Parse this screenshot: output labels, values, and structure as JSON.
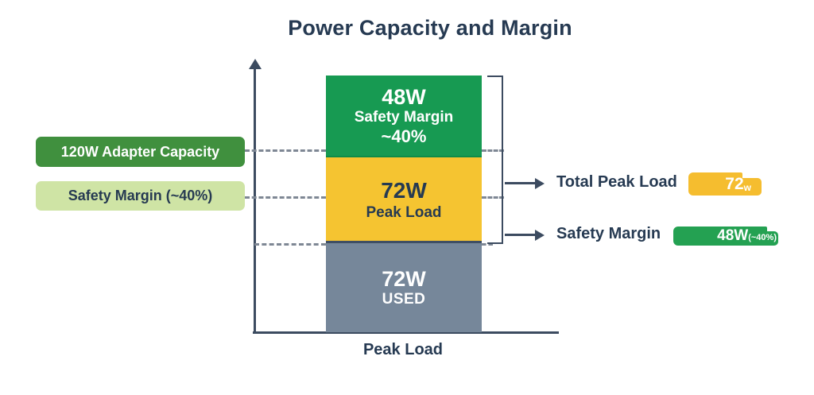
{
  "title": "Power Capacity and Margin",
  "axis": {
    "x_label": "Peak Load"
  },
  "bar": {
    "segments": [
      {
        "value": "48W",
        "line2": "Safety Margin",
        "line3": "~40%",
        "color": "#179a52"
      },
      {
        "value": "72W",
        "line2": "Peak Load",
        "color": "#f5c431"
      },
      {
        "value": "72W",
        "line2": "USED",
        "color": "#76879a"
      }
    ]
  },
  "left_badges": [
    {
      "label": "120W Adapter Capacity",
      "bg": "#40903e",
      "fg": "#ffffff"
    },
    {
      "label": "Safety Margin (~40%)",
      "bg": "#cfe4a5",
      "fg": "#263a52"
    }
  ],
  "callouts": [
    {
      "label": "Total Peak Load",
      "value": "72",
      "unit": "w",
      "color": "#f5bd2f"
    },
    {
      "label": "Safety Margin",
      "value": "48W",
      "unit": "(~40%)",
      "color": "#24a152"
    }
  ],
  "colors": {
    "title_text": "#263a52",
    "axis": "#3c4b60",
    "dashed_guides": "#7e8794",
    "segment_separator": "#3f4e63"
  },
  "chart_data": {
    "type": "bar",
    "stacked": true,
    "title": "Power Capacity and Margin",
    "xlabel": "Peak Load",
    "categories": [
      "Peak Load"
    ],
    "unit": "W",
    "series": [
      {
        "name": "USED",
        "values": [
          72
        ],
        "color": "#76879a"
      },
      {
        "name": "Peak Load",
        "values": [
          72
        ],
        "color": "#f5c431"
      },
      {
        "name": "Safety Margin ~40%",
        "values": [
          48
        ],
        "color": "#179a52"
      }
    ],
    "annotations": {
      "left_reference_labels": [
        "120W Adapter Capacity",
        "Safety Margin (~40%)"
      ],
      "right_callouts": [
        {
          "label": "Total Peak Load",
          "value": "72w"
        },
        {
          "label": "Safety Margin",
          "value": "48W (~40%)"
        }
      ]
    },
    "layout": {
      "y_axis_arrow": true,
      "gridlines": false,
      "legend": false
    }
  }
}
